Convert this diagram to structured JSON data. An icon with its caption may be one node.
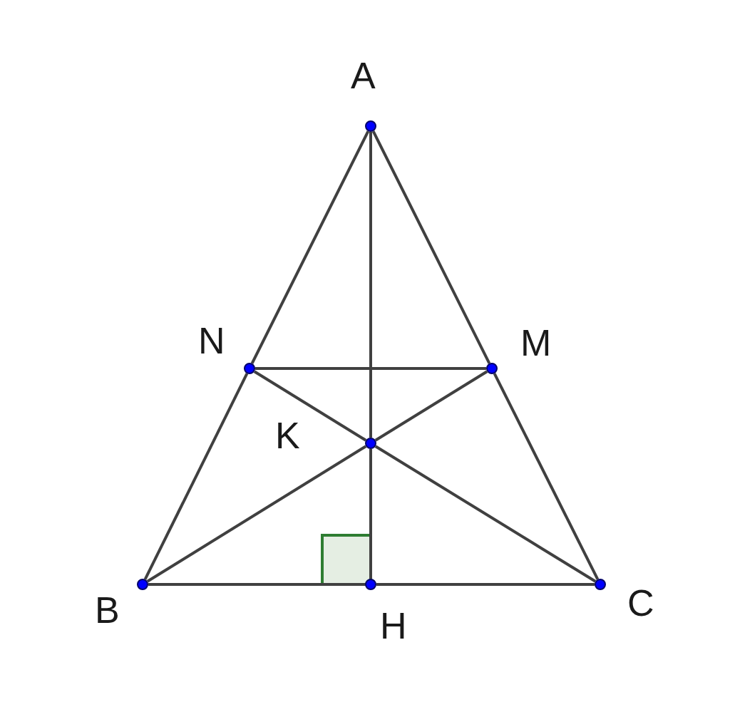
{
  "diagram": {
    "nodes": [
      {
        "text": [],
        "shape": "circle",
        "beside": [
          "A"
        ]
      },
      {
        "text": [],
        "shape": "circle",
        "beside": [
          "N"
        ]
      },
      {
        "text": [],
        "shape": "circle",
        "beside": [
          "M"
        ]
      },
      {
        "text": [],
        "shape": "circle",
        "beside": [
          "K"
        ]
      },
      {
        "text": [],
        "shape": "circle",
        "beside": [
          "B"
        ]
      },
      {
        "text": [],
        "shape": "circle",
        "beside": [
          "H"
        ]
      },
      {
        "text": [],
        "shape": "circle",
        "beside": [
          "C"
        ]
      },
      {
        "text": [],
        "shape": "box"
      }
    ],
    "edges": [
      {
        "from": 0,
        "to": 1,
        "arrow": "none"
      },
      {
        "from": 1,
        "to": 4,
        "arrow": "none"
      },
      {
        "from": 0,
        "to": 2,
        "arrow": "none"
      },
      {
        "from": 2,
        "to": 6,
        "arrow": "none"
      },
      {
        "from": 0,
        "to": 3,
        "arrow": "none"
      },
      {
        "from": 3,
        "to": 5,
        "arrow": "none"
      },
      {
        "from": 1,
        "to": 2,
        "arrow": "none"
      },
      {
        "from": 1,
        "to": 3,
        "arrow": "none"
      },
      {
        "from": 3,
        "to": 6,
        "arrow": "none"
      },
      {
        "from": 2,
        "to": 3,
        "arrow": "none"
      },
      {
        "from": 3,
        "to": 4,
        "arrow": "none"
      },
      {
        "from": 4,
        "to": 5,
        "arrow": "none"
      },
      {
        "from": 5,
        "to": 6,
        "arrow": "none"
      }
    ]
  }
}
